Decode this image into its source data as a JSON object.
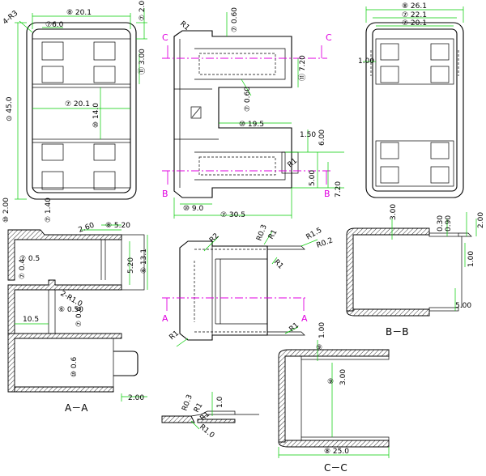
{
  "top_view": {
    "width_label": "⑧ 20.1",
    "pocket_label": "⑦6.0",
    "corner_label": "4-R3",
    "height_label": "⊙ 45.0",
    "inner_label": "⑦ 20.1",
    "mid_label": "⑩ 14.0",
    "wall_label": "⑦ 2.00",
    "step_label": "⑪ 3.00"
  },
  "front_view": {
    "sec_c": "C",
    "sec_b": "B",
    "r_top": "R1",
    "top_wall": "⑦ 0.60",
    "slot_height": "⑪ 7.20",
    "mid_wall": "⑦ 0.60",
    "inner_length": "⑩ 19.5",
    "step_1": "1.50",
    "step_2": "6.00",
    "r_bottom": "R1",
    "slot_bottom": "5.00",
    "slot_bottom_2": "7.20",
    "foot": "⑩ 9.0",
    "total_length": "⑦ 30.5"
  },
  "side_view": {
    "outer": "⑧ 26.1",
    "mid": "⑦ 22.1",
    "inner": "⑦ 20.1",
    "wall": "1.00"
  },
  "section_a": {
    "title": "A－A",
    "top_wall": "⑩ 2.00",
    "lip": "⑦ 1.40",
    "step": "2.60",
    "slot": "⑧ 5.20",
    "wall_05": "⑦ 0.5",
    "wall_04": "⑦ 0.4",
    "depth": "5.20",
    "height": "⑥ 13.1",
    "radius": "2-R1.0",
    "w050": "⑥ 0.50",
    "l105": "10.5",
    "w06a": "⑦ 0.6",
    "w06b": "⑩ 0.6",
    "bottom": "2.00"
  },
  "bottom_view": {
    "sec_a": "A",
    "r2": "R2",
    "r03": "R0.3",
    "r1": "R1",
    "r15": "R1.5",
    "r02": "R0.2"
  },
  "section_b": {
    "title": "B－B",
    "d300": "3.00",
    "d030": "0.30",
    "d090": "0.90",
    "d200": "2.00",
    "d100": "1.00",
    "d500": "5.00"
  },
  "section_c": {
    "title": "C－C",
    "d100": "1.00",
    "marker": "⑨",
    "d300": "3.00",
    "d250": "⑧ 25.0"
  },
  "detail": {
    "r03": "R0.3",
    "r1": "R1",
    "d10": "1.0",
    "r10": "R1.0"
  }
}
